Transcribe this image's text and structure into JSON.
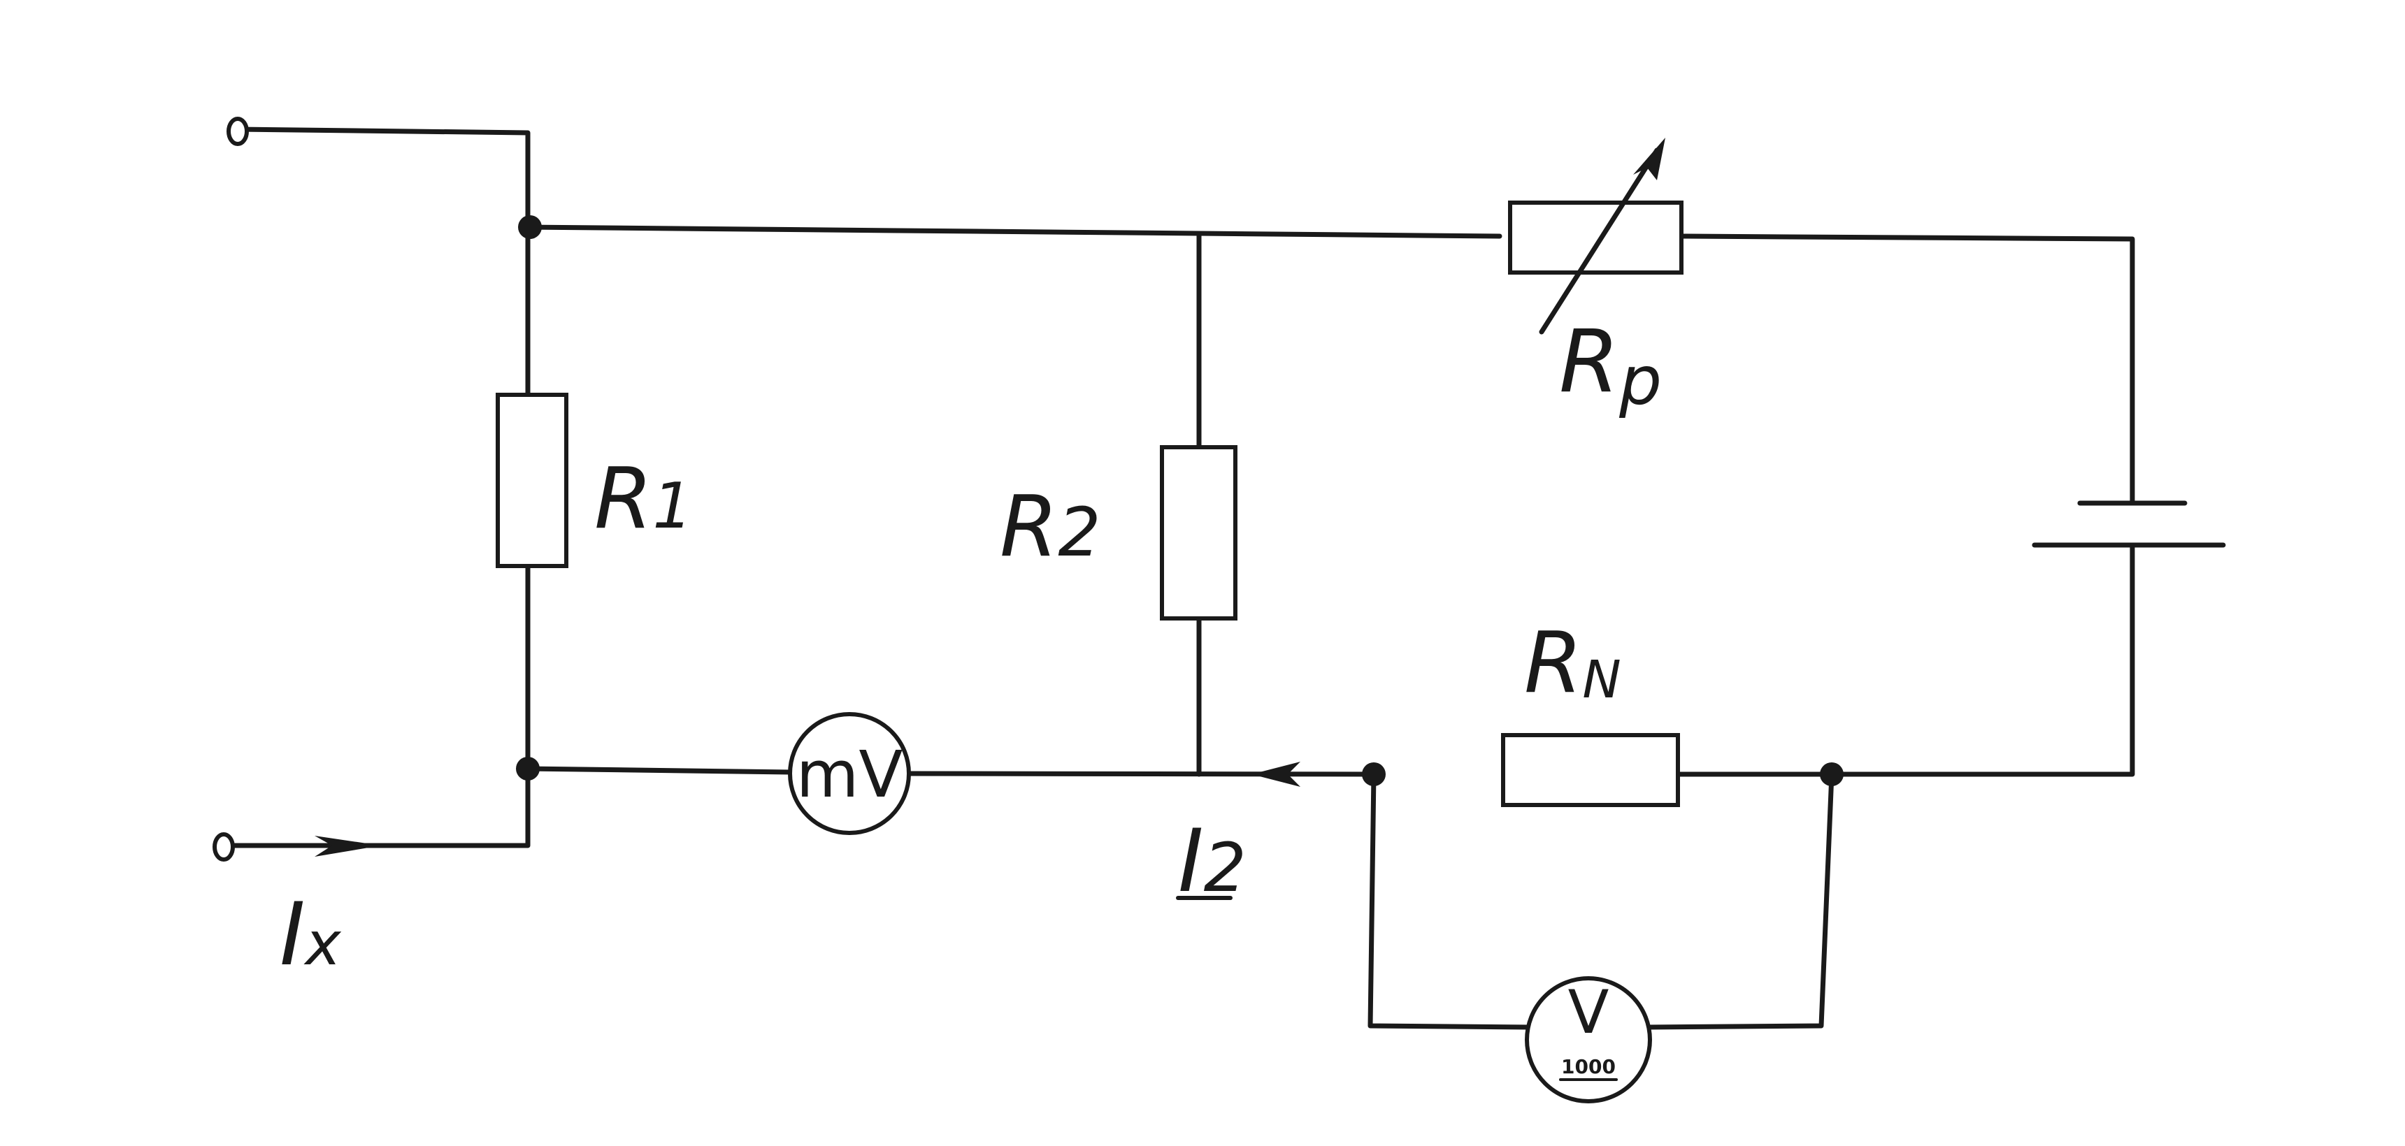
{
  "diagram": {
    "labels": {
      "r1": {
        "main": "R",
        "sub": "1"
      },
      "r2": {
        "main": "R",
        "sub": "2"
      },
      "rp": {
        "main": "R",
        "sub": "p"
      },
      "rn": {
        "main": "R",
        "sub": "N"
      },
      "ix": {
        "main": "I",
        "sub": "x"
      },
      "i2": {
        "main": "I",
        "sub": "2"
      }
    },
    "meters": {
      "millivoltmeter": "mV",
      "voltmeter": "V",
      "voltmeter_range": "1000"
    }
  }
}
